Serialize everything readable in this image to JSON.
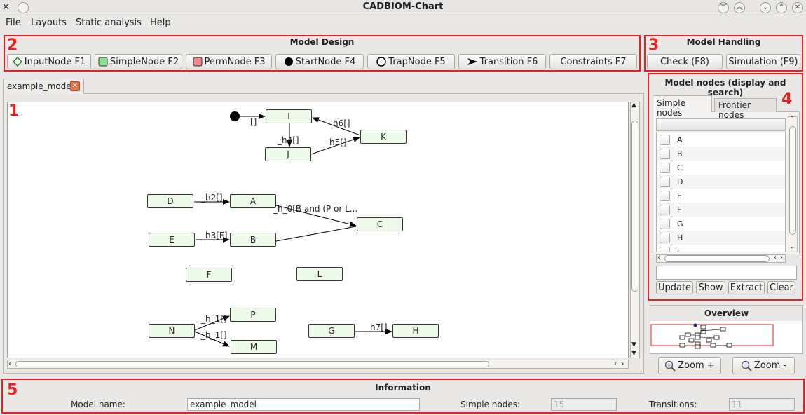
{
  "window": {
    "title": "CADBIOM-Chart"
  },
  "menu": [
    "File",
    "Layouts",
    "Static analysis",
    "Help"
  ],
  "markers": [
    "1",
    "2",
    "3",
    "4",
    "5"
  ],
  "model_design": {
    "title": "Model Design",
    "buttons": [
      {
        "label": "InputNode F1",
        "icon": "diamond-icon"
      },
      {
        "label": "SimpleNode F2",
        "icon": "green-square-icon"
      },
      {
        "label": "PermNode F3",
        "icon": "red-square-icon"
      },
      {
        "label": "StartNode F4",
        "icon": "filled-circle-icon"
      },
      {
        "label": "TrapNode F5",
        "icon": "empty-circle-icon"
      },
      {
        "label": "Transition F6",
        "icon": "arrow-icon"
      },
      {
        "label": "Constraints F7",
        "icon": ""
      }
    ]
  },
  "model_handling": {
    "title": "Model Handling",
    "check": "Check (F8)",
    "simulation": "Simulation (F9)"
  },
  "editor_tab": {
    "label": "example_model"
  },
  "graph": {
    "nodes": [
      "I",
      "K",
      "J",
      "D",
      "A",
      "C",
      "E",
      "B",
      "F",
      "L",
      "P",
      "N",
      "M",
      "G",
      "H"
    ],
    "edge_labels": [
      "[]",
      "_h6[]",
      "_h4[]",
      "_h5[]",
      "_h2[]",
      "_h_0[B and (P or L...",
      "_h3[F]",
      "_h_1[]",
      "_h_1[]",
      "_h7[]"
    ]
  },
  "node_panel": {
    "title": "Model nodes (display and search)",
    "tabs": [
      "Simple nodes",
      "Frontier nodes"
    ],
    "column_header": "",
    "items": [
      "A",
      "B",
      "C",
      "D",
      "E",
      "F",
      "G",
      "H",
      "I"
    ],
    "search_value": "",
    "buttons": [
      "Update",
      "Show",
      "Extract",
      "Clear"
    ]
  },
  "overview": {
    "title": "Overview",
    "zoom_in": "Zoom +",
    "zoom_out": "Zoom -"
  },
  "information": {
    "title": "Information",
    "model_name_label": "Model name:",
    "model_name": "example_model",
    "simple_nodes_label": "Simple nodes:",
    "simple_nodes": "15",
    "transitions_label": "Transitions:",
    "transitions": "11"
  },
  "colors": {
    "highlight": "#e82020",
    "node_fill": "#eefbea"
  }
}
